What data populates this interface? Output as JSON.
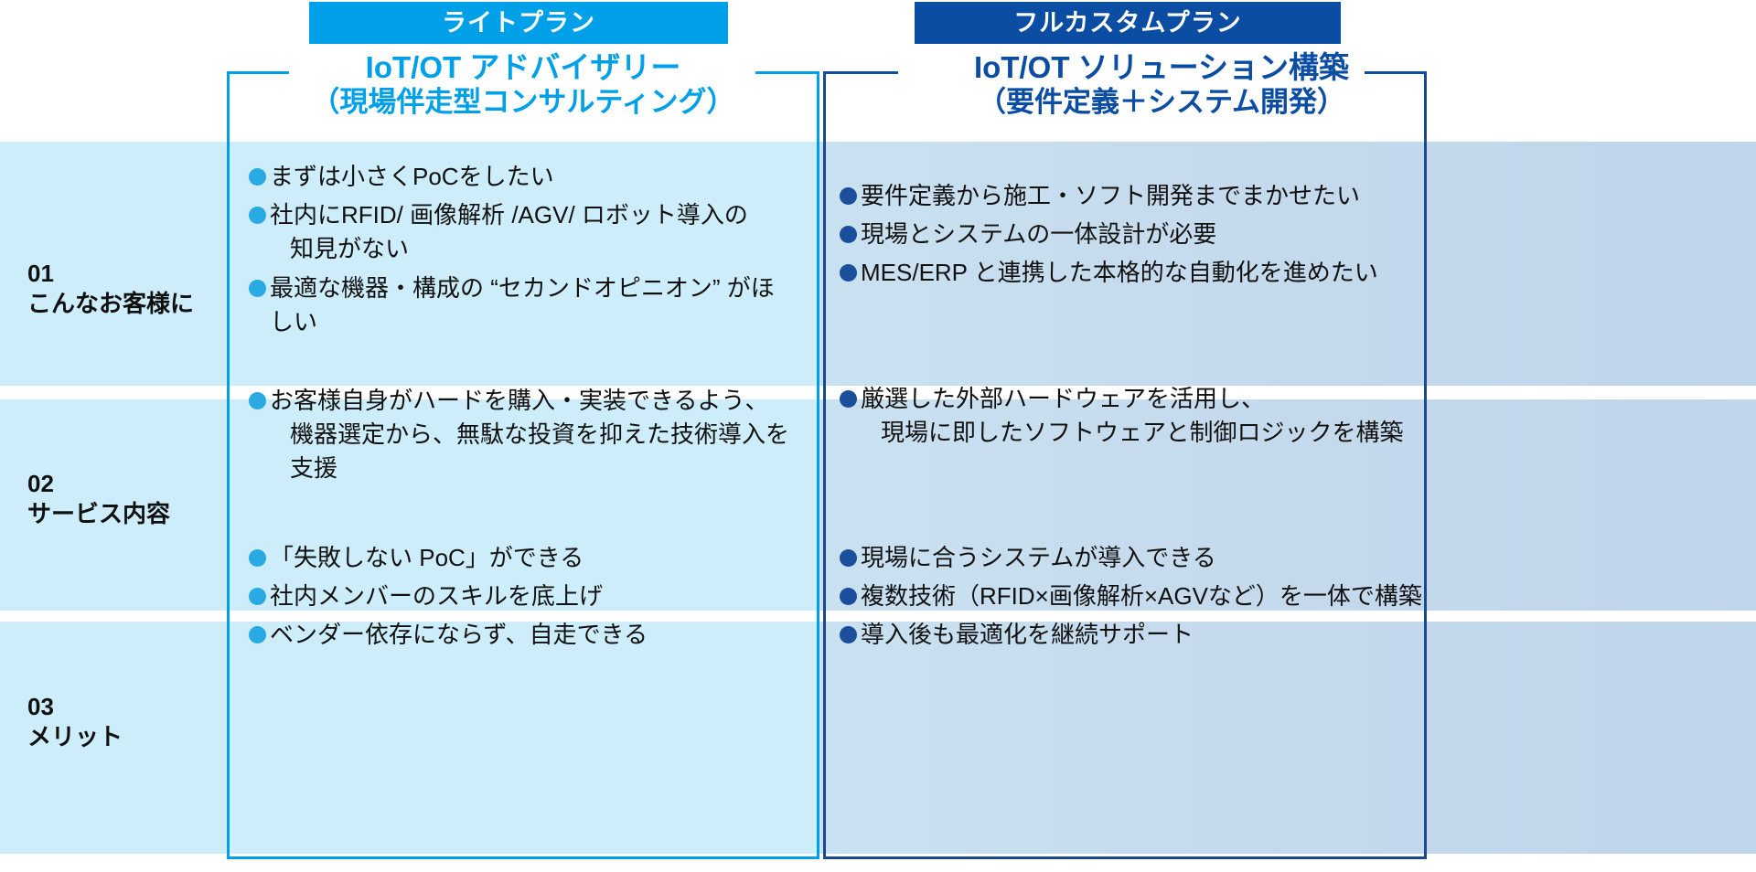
{
  "plans": [
    {
      "badge_label": "ライトプラン",
      "badge_color": "#00A0E9",
      "title_line1": "IoT/OT アドバイザリー",
      "title_line2": "（現場伴走型コンサルティング）",
      "title_color": "#00A0E9",
      "bullet_color": "#29AAE3"
    },
    {
      "badge_label": "フルカスタムプラン",
      "badge_color": "#0B4DA2",
      "title_line1": "IoT/OT ソリューション構築",
      "title_line2": "（要件定義＋システム開発）",
      "title_color": "#0B4DA2",
      "bullet_color": "#1B4F9C"
    }
  ],
  "rows": [
    {
      "number": "01",
      "label": "こんなお客様に",
      "left_bullets": [
        "まずは小さくPoCをしたい",
        "社内にRFID/ 画像解析 /AGV/ ロボット導入の\n知見がない",
        "最適な機器・構成の “セカンドオピニオン” がほしい"
      ],
      "right_bullets": [
        "要件定義から施工・ソフト開発までまかせたい",
        "現場とシステムの一体設計が必要",
        "MES/ERP と連携した本格的な自動化を進めたい"
      ]
    },
    {
      "number": "02",
      "label": "サービス内容",
      "left_bullets": [
        "お客様自身がハードを購入・実装できるよう、\n機器選定から、無駄な投資を抑えた技術導入を支援"
      ],
      "right_bullets": [
        "厳選した外部ハードウェアを活用し、\n現場に即したソフトウェアと制御ロジックを構築"
      ]
    },
    {
      "number": "03",
      "label": "メリット",
      "left_bullets": [
        "「失敗しない PoC」ができる",
        "社内メンバーのスキルを底上げ",
        "ベンダー依存にならず、自走できる"
      ],
      "right_bullets": [
        "現場に合うシステムが導入できる",
        "複数技術（RFID×画像解析×AGVなど）を一体で構築",
        "導入後も最適化を継続サポート"
      ]
    }
  ],
  "colors": {
    "row_bg_left": "#CDEDFA",
    "row_bg_right": "#C7DCEE",
    "page_bg": "#FFFFFF",
    "light_accent": "#00A0E9",
    "dark_accent": "#0B4DA2"
  }
}
